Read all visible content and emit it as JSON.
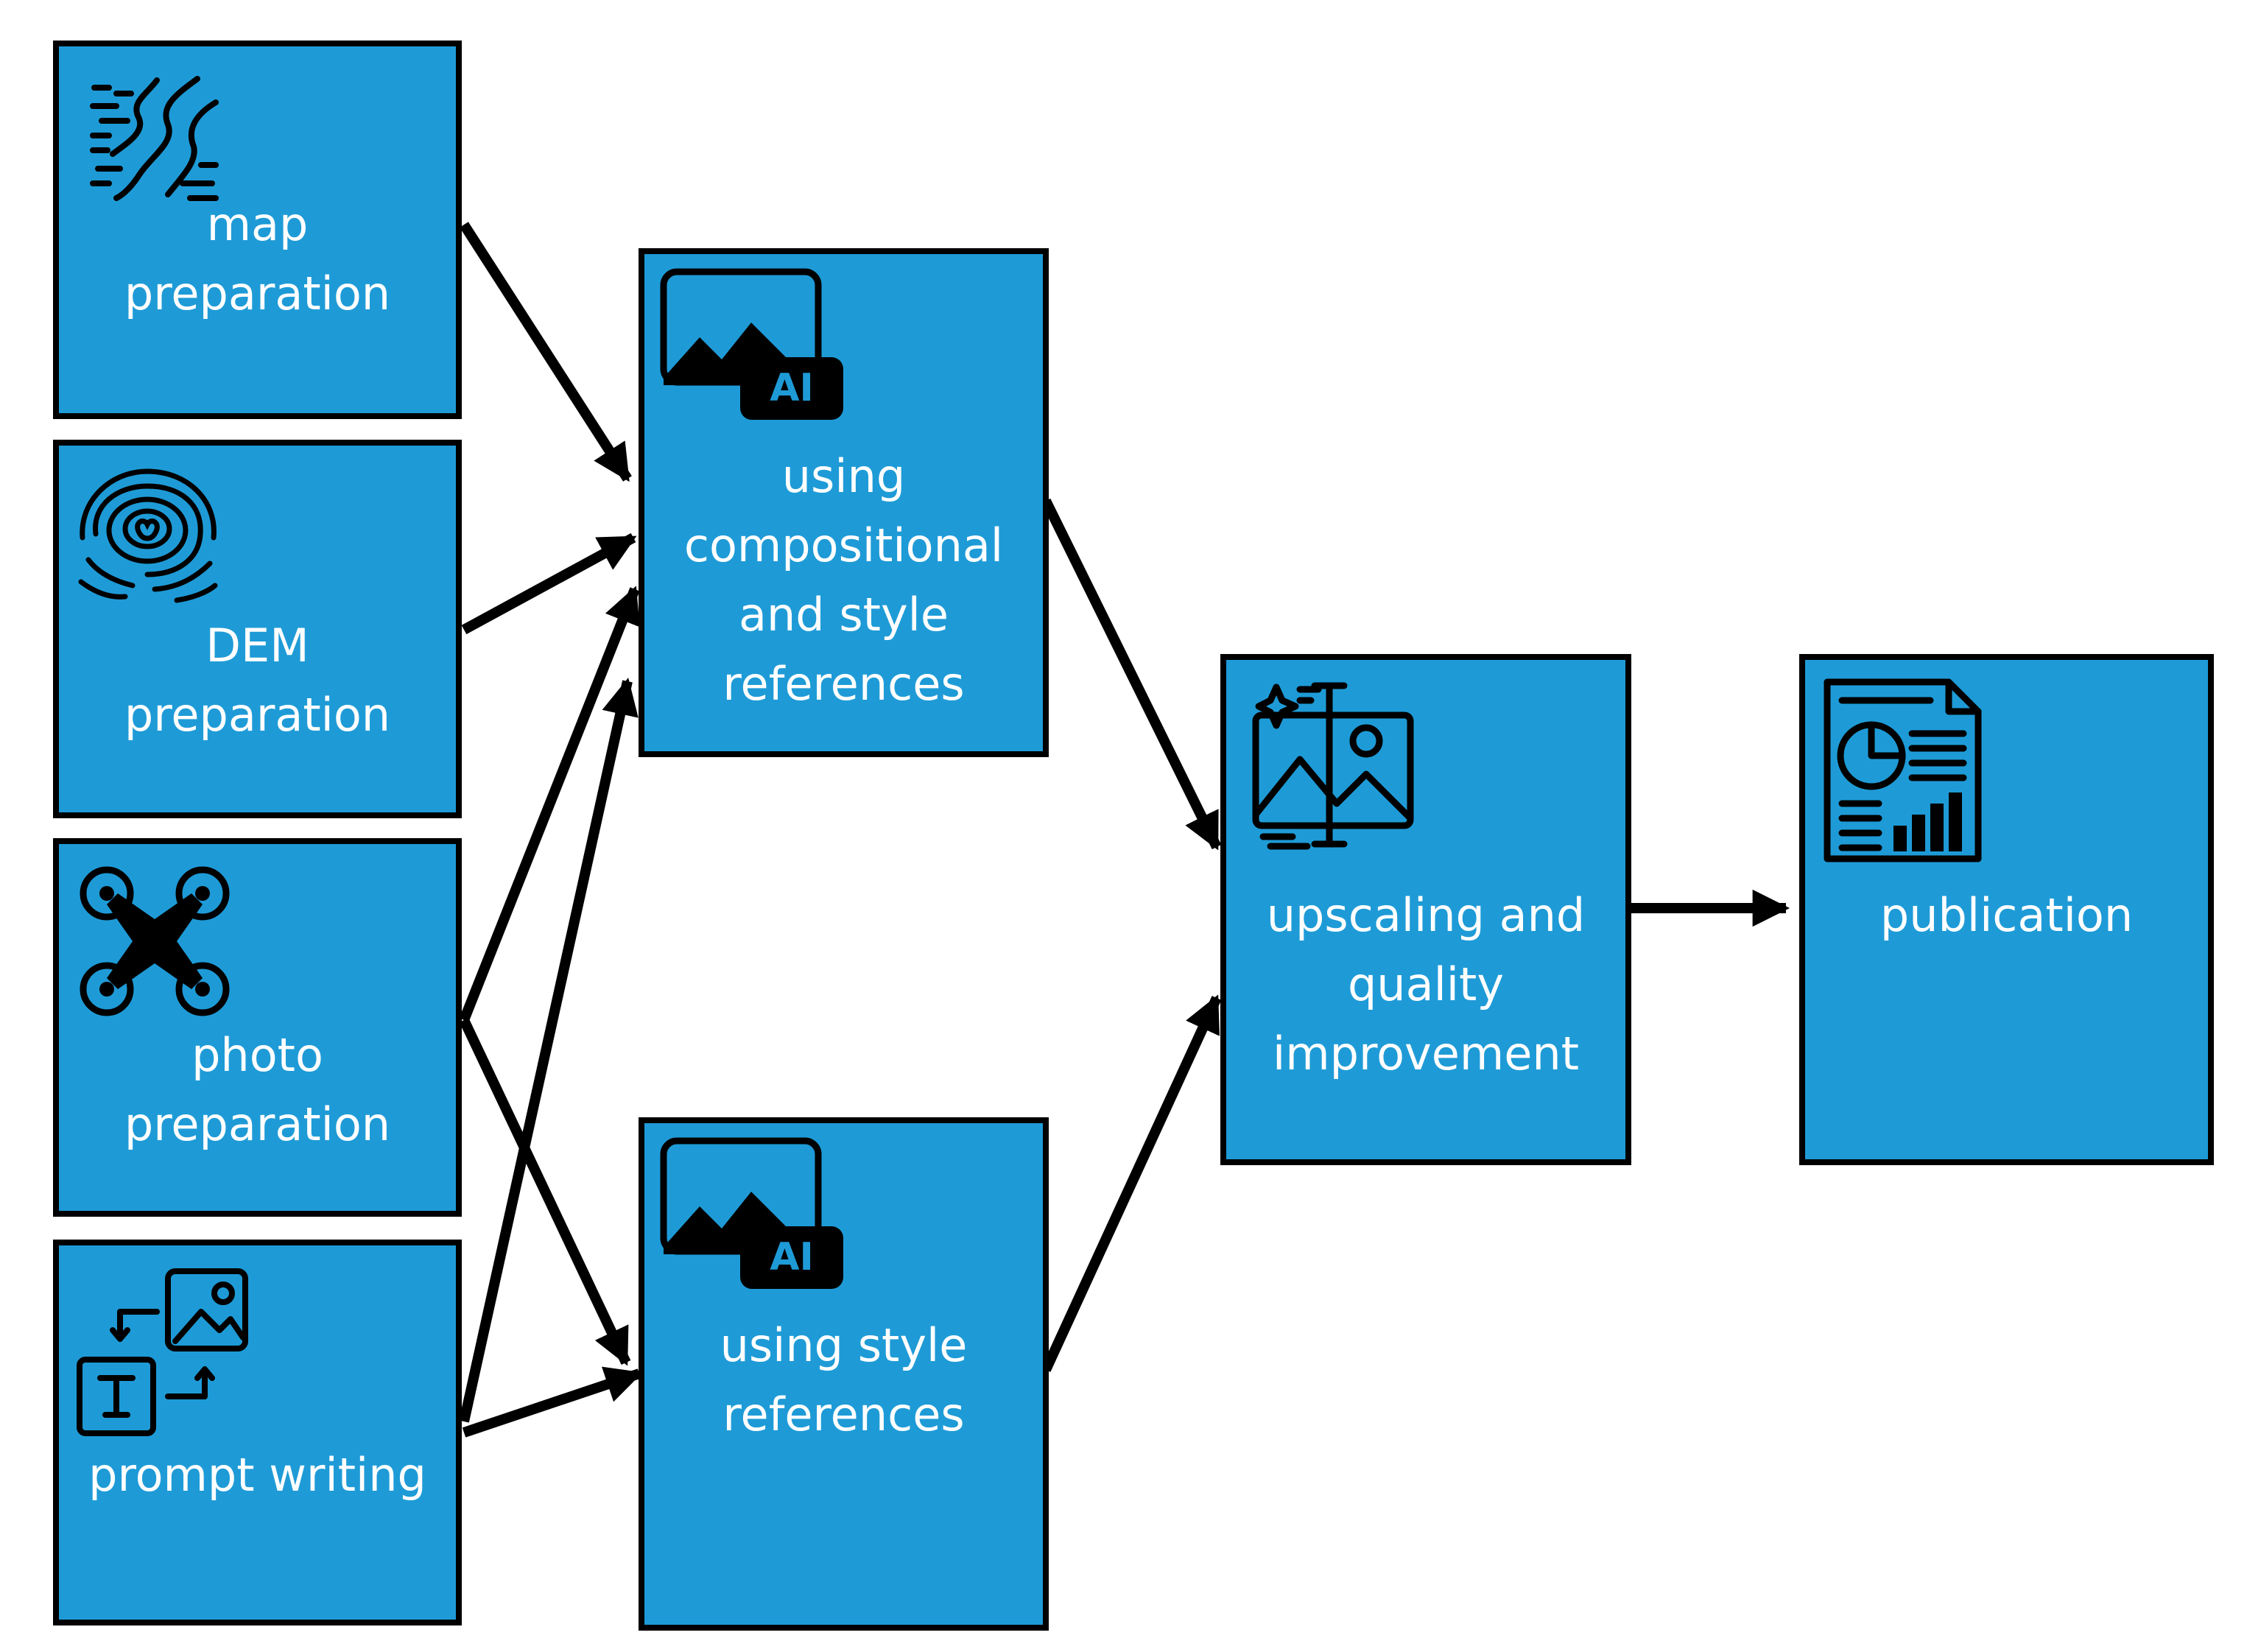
{
  "colors": {
    "box_fill": "#1e9bd7",
    "border": "#000000",
    "text": "#ffffff",
    "arrow": "#000000"
  },
  "nodes": {
    "map_prep": {
      "label": "map\npreparation",
      "icon": "map-lines-icon"
    },
    "dem_prep": {
      "label": "DEM\npreparation",
      "icon": "contour-lines-icon"
    },
    "photo_prep": {
      "label": "photo\npreparation",
      "icon": "drone-icon"
    },
    "prompt": {
      "label": "prompt writing",
      "icon": "text-to-image-icon"
    },
    "ai_comp": {
      "label": "using\ncompositional\nand style\nreferences",
      "icon": "ai-image-icon",
      "badge": "AI"
    },
    "ai_style": {
      "label": "using style\nreferences",
      "icon": "ai-image-icon",
      "badge": "AI"
    },
    "upscale": {
      "label": "upscaling and\nquality\nimprovement",
      "icon": "image-resize-icon"
    },
    "publication": {
      "label": "publication",
      "icon": "report-document-icon"
    }
  },
  "edges": [
    {
      "from": "map_prep",
      "to": "ai_comp"
    },
    {
      "from": "dem_prep",
      "to": "ai_comp"
    },
    {
      "from": "photo_prep",
      "to": "ai_comp"
    },
    {
      "from": "photo_prep",
      "to": "ai_style"
    },
    {
      "from": "prompt",
      "to": "ai_comp"
    },
    {
      "from": "prompt",
      "to": "ai_style"
    },
    {
      "from": "ai_comp",
      "to": "upscale"
    },
    {
      "from": "ai_style",
      "to": "upscale"
    },
    {
      "from": "upscale",
      "to": "publication"
    }
  ]
}
